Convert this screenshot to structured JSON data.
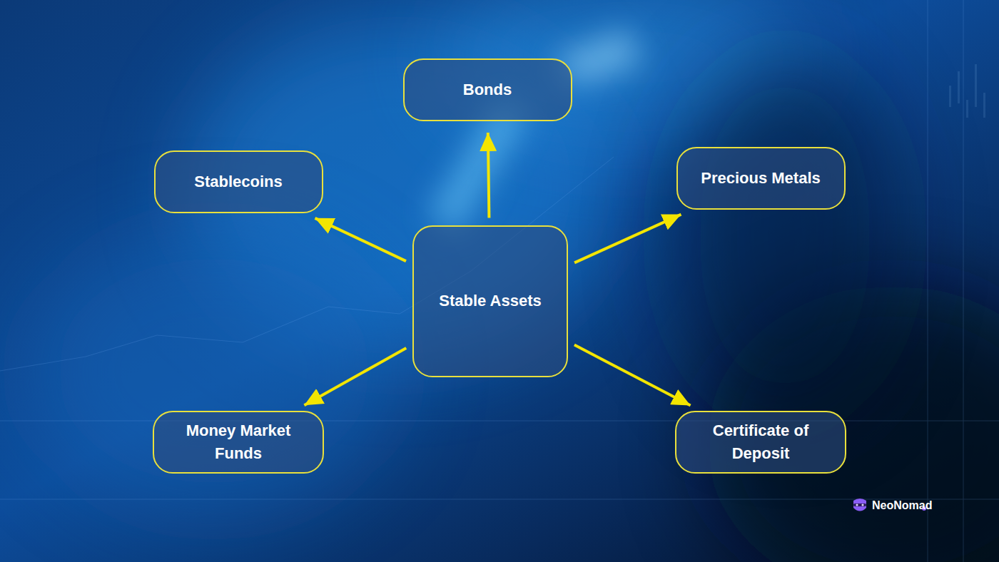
{
  "diagram": {
    "nodes": [
      {
        "text": [
          "Stable Assets"
        ]
      },
      {
        "text": [
          "Bonds"
        ]
      },
      {
        "text": [
          "Precious Metals"
        ]
      },
      {
        "text": [
          "Certificate of Deposit"
        ]
      },
      {
        "text": [
          "Money Market Funds"
        ]
      },
      {
        "text": [
          "Stablecoins"
        ]
      }
    ],
    "edges": [
      {
        "from": 0,
        "to": 1,
        "arrow": "to"
      },
      {
        "from": 0,
        "to": 2,
        "arrow": "to"
      },
      {
        "from": 0,
        "to": 3,
        "arrow": "to"
      },
      {
        "from": 0,
        "to": 4,
        "arrow": "to"
      },
      {
        "from": 0,
        "to": 5,
        "arrow": "to"
      }
    ],
    "labels": [
      "NeoNomad"
    ]
  }
}
